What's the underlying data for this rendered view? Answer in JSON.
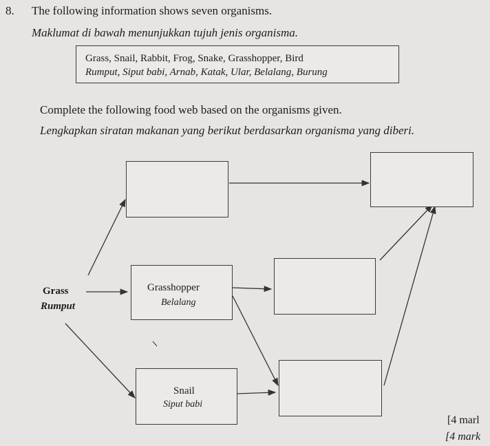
{
  "question": {
    "number": "8.",
    "text_en": "The following information shows seven organisms.",
    "text_my": "Maklumat di bawah menunjukkan tujuh jenis organisma."
  },
  "organism_list": {
    "en": "Grass, Snail, Rabbit, Frog, Snake, Grasshopper, Bird",
    "my": "Rumput, Siput babi, Arnab, Katak, Ular, Belalang, Burung"
  },
  "instruction": {
    "en": "Complete the following food web based on the organisms given.",
    "my": "Lengkapkan siratan makanan yang berikut berdasarkan organisma yang diberi."
  },
  "food_web": {
    "grass": {
      "en": "Grass",
      "my": "Rumput"
    },
    "grasshopper": {
      "en": "Grasshopper",
      "my": "Belalang"
    },
    "snail": {
      "en": "Snail",
      "my": "Siput babi"
    }
  },
  "marks": {
    "line1": "[4 marl",
    "line2": "[4 mark"
  }
}
